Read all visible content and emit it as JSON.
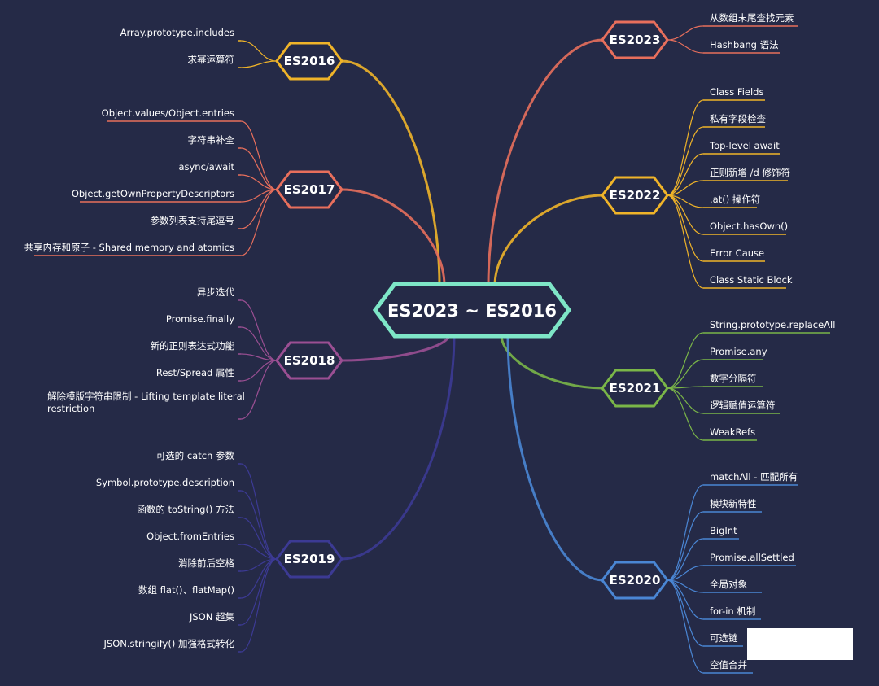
{
  "center": {
    "label": "ES2023 ~ ES2016",
    "color": "#7ee6c7"
  },
  "branches": [
    {
      "id": "es2016",
      "label": "ES2016",
      "side": "left",
      "color": "#f0b429",
      "items": [
        "Array.prototype.includes",
        "求幂运算符"
      ]
    },
    {
      "id": "es2017",
      "label": "ES2017",
      "side": "left",
      "color": "#e86f5c",
      "items": [
        "Object.values/Object.entries",
        "字符串补全",
        "async/await",
        "Object.getOwnPropertyDescriptors",
        "参数列表支持尾逗号",
        "共享内存和原子 - Shared memory and atomics"
      ]
    },
    {
      "id": "es2018",
      "label": "ES2018",
      "side": "left",
      "color": "#9b4f93",
      "items": [
        "异步迭代",
        "Promise.finally",
        "新的正则表达式功能",
        "Rest/Spread 属性",
        "解除模版字符串限制 - Lifting template literal\nrestriction"
      ]
    },
    {
      "id": "es2019",
      "label": "ES2019",
      "side": "left",
      "color": "#3c3a94",
      "items": [
        "可选的 catch 参数",
        "Symbol.prototype.description",
        "函数的 toString() 方法",
        "Object.fromEntries",
        "消除前后空格",
        "数组 flat()、flatMap()",
        "JSON 超集",
        "JSON.stringify() 加强格式转化"
      ]
    },
    {
      "id": "es2023",
      "label": "ES2023",
      "side": "right",
      "color": "#e86f5c",
      "items": [
        "从数组末尾查找元素",
        "Hashbang 语法"
      ]
    },
    {
      "id": "es2022",
      "label": "ES2022",
      "side": "right",
      "color": "#f0b429",
      "items": [
        "Class Fields",
        "私有字段检查",
        "Top-level await",
        "正则新增 /d 修饰符",
        ".at() 操作符",
        "Object.hasOwn()",
        "Error Cause",
        "Class Static Block"
      ]
    },
    {
      "id": "es2021",
      "label": "ES2021",
      "side": "right",
      "color": "#7ab648",
      "items": [
        "String.prototype.replaceAll",
        "Promise.any",
        "数字分隔符",
        "逻辑赋值运算符",
        "WeakRefs"
      ]
    },
    {
      "id": "es2020",
      "label": "ES2020",
      "side": "right",
      "color": "#4a86d4",
      "items": [
        "matchAll - 匹配所有",
        "模块新特性",
        "BigInt",
        "Promise.allSettled",
        "全局对象",
        "for-in 机制",
        "可选链",
        "空值合并"
      ]
    }
  ]
}
